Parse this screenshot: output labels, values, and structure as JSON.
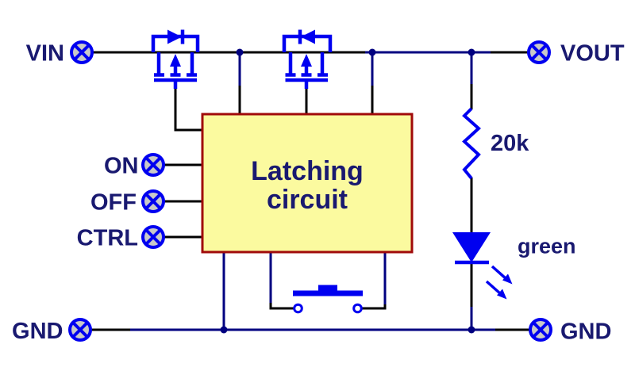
{
  "diagram": {
    "title": "latching power switch circuit schematic",
    "terminals": {
      "vin": "VIN",
      "vout": "VOUT",
      "on": "ON",
      "off": "OFF",
      "ctrl": "CTRL",
      "gnd_left": "GND",
      "gnd_right": "GND"
    },
    "latching_box": {
      "line1": "Latching",
      "line2": "circuit"
    },
    "resistor": {
      "label": "20k"
    },
    "led": {
      "label": "green"
    },
    "colors": {
      "bg": "#ffffff",
      "blue": "#0000f0",
      "wire-black": "#000000",
      "wire-navy": "#000080",
      "text": "#191970",
      "box-fill": "#fbfa9f",
      "box-border": "#a00a0a",
      "term-fill": "#c9c9c9"
    }
  }
}
